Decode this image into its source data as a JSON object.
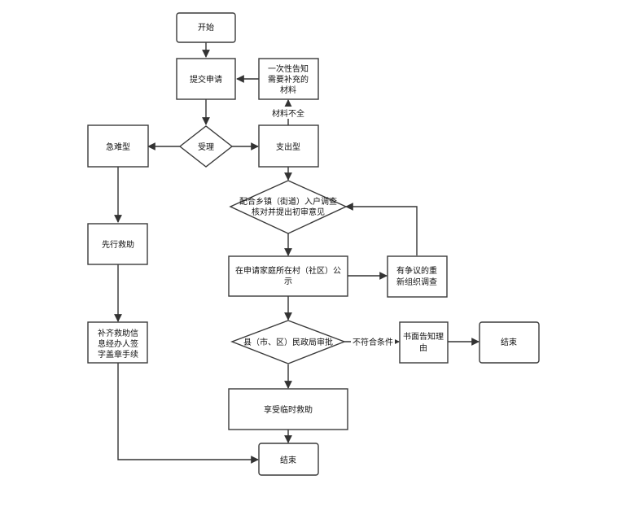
{
  "nodes": {
    "start": {
      "lines": [
        "开始"
      ]
    },
    "submit": {
      "lines": [
        "提交申请"
      ]
    },
    "notify": {
      "lines": [
        "一次性告知",
        "需要补充的",
        "材料"
      ]
    },
    "accept": {
      "lines": [
        "受理"
      ]
    },
    "urgent": {
      "lines": [
        "急难型"
      ]
    },
    "expense": {
      "lines": [
        "支出型"
      ]
    },
    "investigate": {
      "lines": [
        "配合乡镇（街道）入户调查",
        "核对并提出初审意见"
      ]
    },
    "first_aid": {
      "lines": [
        "先行救助"
      ]
    },
    "publicize": {
      "lines": [
        "在申请家庭所在村（社区）公",
        "示"
      ]
    },
    "dispute": {
      "lines": [
        "有争议的重",
        "新组织调查"
      ]
    },
    "supplement": {
      "lines": [
        "补齐救助信",
        "息经办人签",
        "字盖章手续"
      ]
    },
    "approve": {
      "lines": [
        "县（市、区）民政局审批"
      ]
    },
    "written_notice": {
      "lines": [
        "书面告知理",
        "由"
      ]
    },
    "end_right": {
      "lines": [
        "结束"
      ]
    },
    "enjoy": {
      "lines": [
        "享受临时救助"
      ]
    },
    "end_bottom": {
      "lines": [
        "结束"
      ]
    }
  },
  "edge_labels": {
    "incomplete": "材料不全",
    "not_qualified": "不符合条件"
  }
}
